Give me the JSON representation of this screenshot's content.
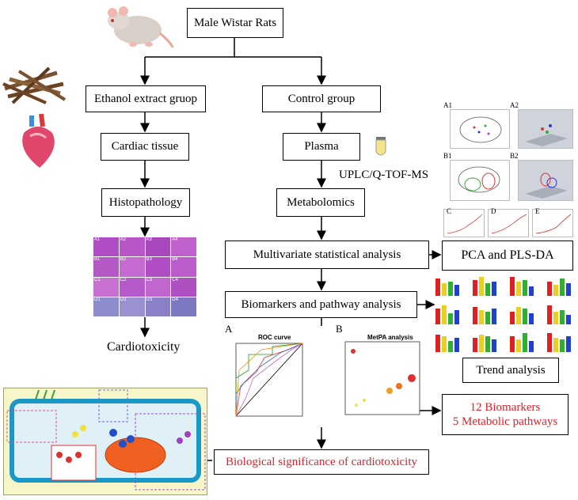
{
  "boxes": {
    "male_rats": "Male Wistar Rats",
    "ethanol": "Ethanol extract gruop",
    "control": "Control group",
    "cardiac": "Cardiac tissue",
    "plasma": "Plasma",
    "histopath": "Histopathology",
    "metabolomics": "Metabolomics",
    "multivariate": "Multivariate statistical analysis",
    "pca_plsda": "PCA and PLS-DA",
    "biomarkers_pathway": "Biomarkers and pathway analysis",
    "trend": "Trend analysis",
    "biological": "Biological significance of cardiotoxicity",
    "result_line1": "12 Biomarkers",
    "result_line2": "5 Metabolic pathways"
  },
  "labels": {
    "uplc": "UPLC/Q-TOF-MS",
    "cardiotoxicity": "Cardiotoxicity"
  },
  "panels": {
    "pca_a1": "A1",
    "pca_a2": "A2",
    "pca_b1": "B1",
    "pca_b2": "B2",
    "pca_c": "C",
    "pca_d": "D",
    "pca_e": "E",
    "roc_letter": "A",
    "roc_title": "ROC curve",
    "metpa_letter": "B",
    "metpa_title": "MetPA analysis",
    "histo_tags": [
      "A1",
      "A2",
      "A3",
      "A4",
      "B1",
      "B2",
      "B3",
      "B4",
      "C1",
      "C2",
      "C3",
      "C4",
      "D1",
      "D2",
      "D3",
      "D4"
    ]
  },
  "colors": {
    "accent_red": "#e0202a",
    "histo_purple": "#b04cc4",
    "pathway_blue": "#3b7dd8"
  }
}
